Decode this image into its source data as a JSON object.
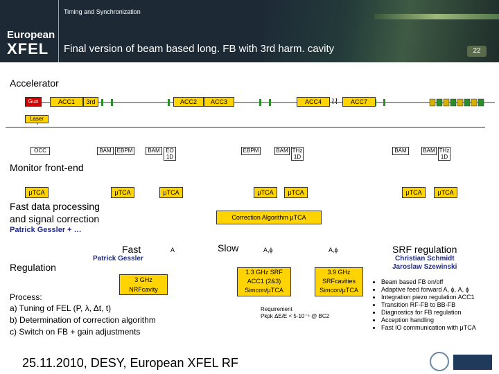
{
  "header": {
    "subtitle": "Timing and Synchronization",
    "logo_line1": "European",
    "logo_line2": "XFEL",
    "title": "Final version of beam based long. FB with 3rd harm. cavity",
    "page_number": "22"
  },
  "accelerator": {
    "label": "Accelerator",
    "gun": "Gun",
    "acc1": "ACC1",
    "third": "3rd",
    "acc2": "ACC2",
    "acc3": "ACC3",
    "acc4": "ACC4",
    "acc7": "ACC7",
    "break_mark": "≀≀"
  },
  "laser": "Laser",
  "monitors": {
    "occ": "OCC",
    "bam1": "BAM",
    "ebpm1": "EBPM",
    "bam2": "BAM",
    "eo": "EO 1D",
    "ebpm2": "EBPM",
    "bam3": "BAM",
    "thz1": "THz 1D",
    "bam4": "BAM",
    "bam5": "BAM",
    "thz2": "THz 1D"
  },
  "monitor_frontend": "Monitor front-end",
  "tca": [
    "μTCA",
    "μTCA",
    "μTCA",
    "μTCA",
    "μTCA",
    "μTCA",
    "μTCA"
  ],
  "fast_data": {
    "line1": "Fast data processing",
    "line2": "and signal correction",
    "authors": "Patrick Gessler + …"
  },
  "correction": "Correction Algorithm μTCA",
  "regulation": {
    "label": "Regulation",
    "fast": "Fast",
    "fast_author": "Patrick Gessler",
    "a_symbol": "A",
    "nrf": "3 GHz NRFcavity",
    "slow": "Slow",
    "a_phi_1": "A,ϕ",
    "a_phi_2": "A,ϕ",
    "srf1": "1.3 GHz SRF ACC1 (2&3) Simcon/μTCA",
    "srf2": "3.9 GHz SRFcavities Simcon/μTCA",
    "requirement": "Requirement",
    "requirement_value": "Pkpk ΔE/E < 5·10⁻⁵ @ BC2"
  },
  "srf": {
    "title": "SRF regulation",
    "authors_line1": "Christian Schmidt",
    "authors_line2": "Jaroslaw Szewinski",
    "bullets": [
      "Beam based FB on/off",
      "Adaptive feed forward A, ϕ, A, ϕ",
      "Integration piezo regulation ACC1",
      "Transition RF-FB to BB-FB",
      "Diagnostics for FB regulation",
      "Acception handling",
      "Fast IO communication with μTCA"
    ]
  },
  "process": {
    "title": "Process:",
    "a": "a) Tuning of FEL (P, λ, Δt, t)",
    "b": "b) Determination of correction algorithm",
    "c": "c) Switch on FB + gain adjustments"
  },
  "footer": "25.11.2010, DESY, European XFEL RF",
  "colors": {
    "header_bg": "#1d2a36",
    "accent_yellow": "#ffd400",
    "gun_red": "#d40000",
    "author_blue": "#1f2d8f"
  }
}
